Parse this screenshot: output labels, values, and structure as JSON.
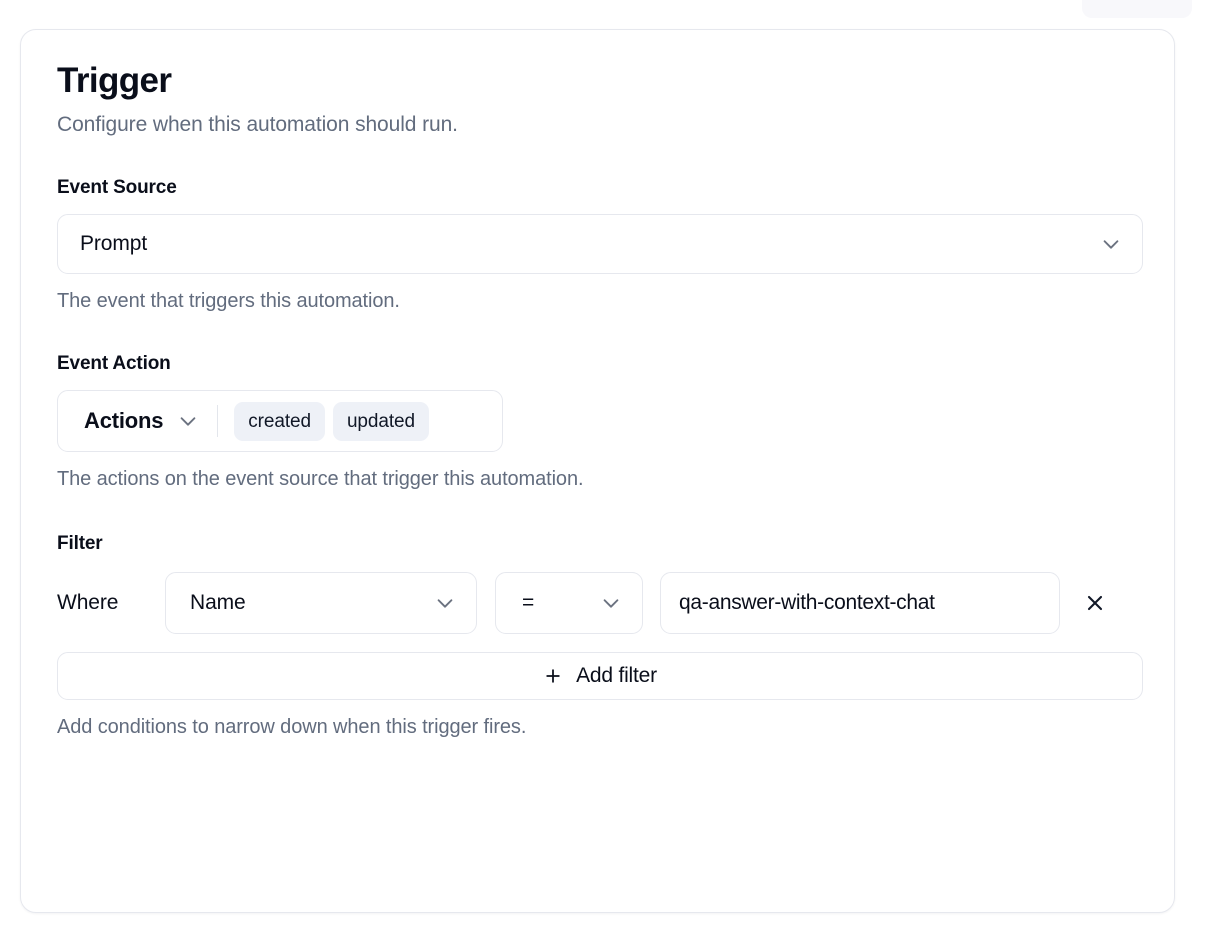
{
  "card": {
    "title": "Trigger",
    "subtitle": "Configure when this automation should run."
  },
  "event_source": {
    "label": "Event Source",
    "value": "Prompt",
    "help": "The event that triggers this automation.",
    "chevron_icon": "chevron-down-icon"
  },
  "event_action": {
    "label": "Event Action",
    "selector_label": "Actions",
    "badges": [
      "created",
      "updated"
    ],
    "help": "The actions on the event source that trigger this automation.",
    "chevron_icon": "chevron-down-icon"
  },
  "filter": {
    "label": "Filter",
    "where_label": "Where",
    "rows": [
      {
        "field": "Name",
        "operator": "=",
        "value": "qa-answer-with-context-chat",
        "remove_icon": "close-icon"
      }
    ],
    "add_label": "Add filter",
    "add_icon": "plus-icon",
    "help": "Add conditions to narrow down when this trigger fires."
  },
  "colors": {
    "text_primary": "#0a0e1a",
    "text_muted": "#626c7e",
    "border": "#e6e8ee",
    "badge_bg": "#eef1f7",
    "chevron": "#6b7280",
    "surface": "#ffffff"
  }
}
